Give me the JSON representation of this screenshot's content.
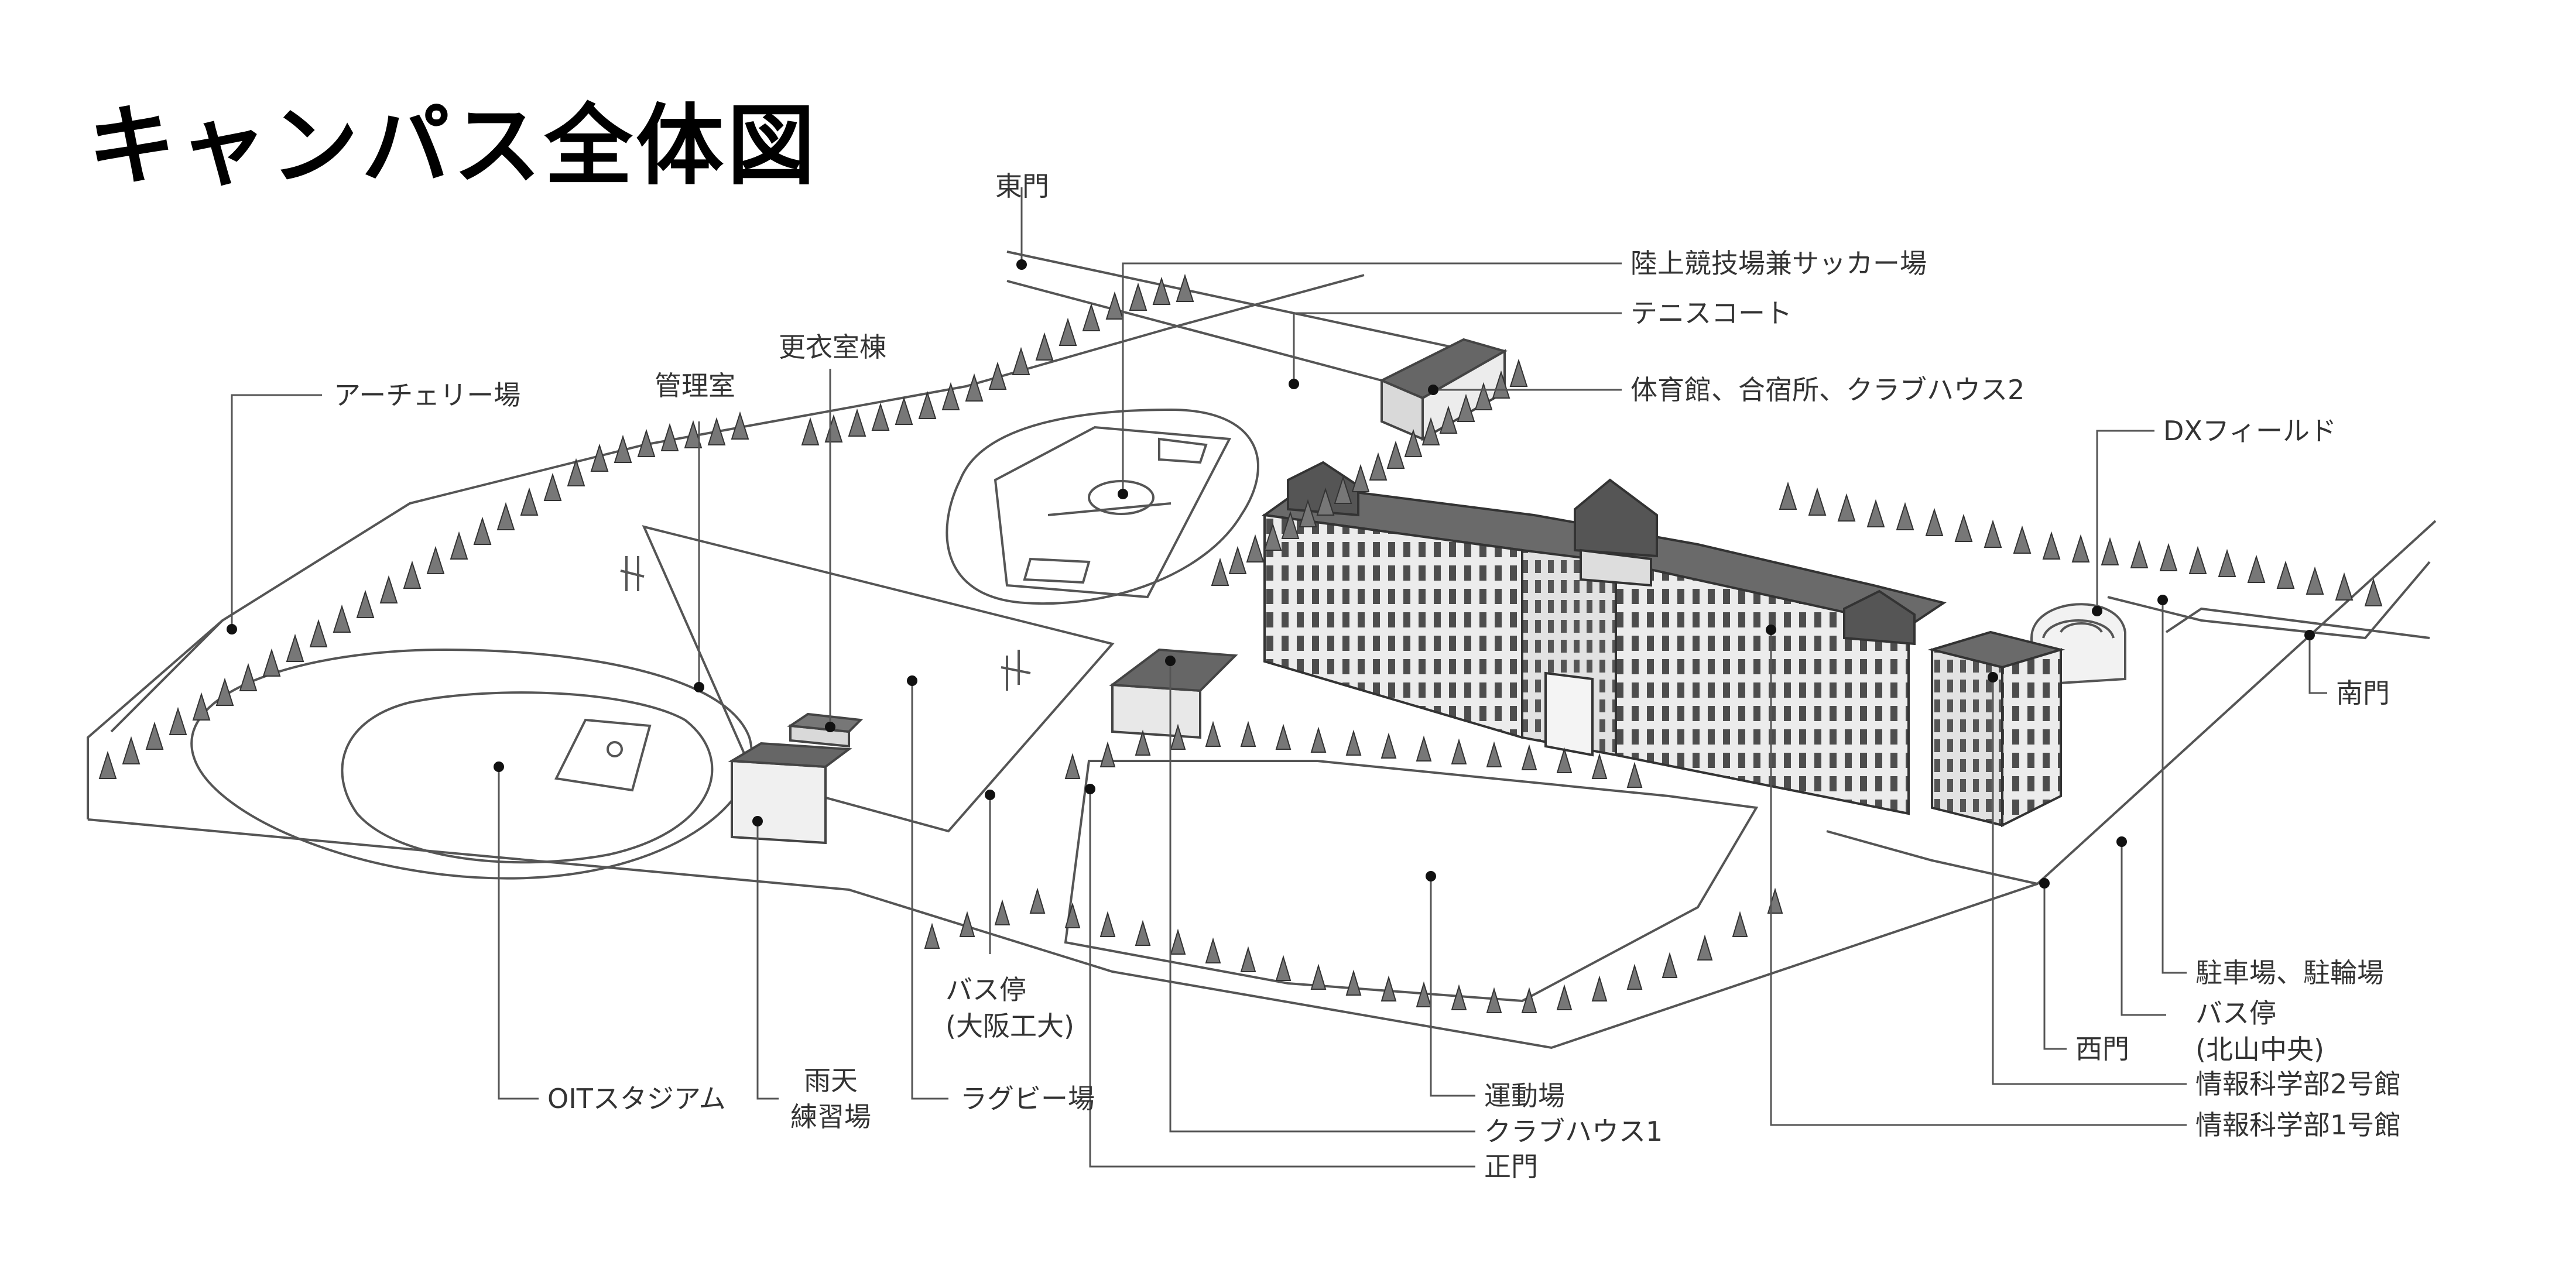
{
  "title": "キャンパス全体図",
  "colors": {
    "ink": "#333333",
    "line": "#555555",
    "tree": "#777777",
    "roof": "#666666",
    "building": "#e8e8e8"
  },
  "labels": {
    "east_gate": "東門",
    "track_field": "陸上競技場兼サッカー場",
    "tennis": "テニスコート",
    "gym": "体育館、合宿所、クラブハウス2",
    "dx_field": "DXフィールド",
    "south_gate": "南門",
    "archery": "アーチェリー場",
    "office": "管理室",
    "locker": "更衣室棟",
    "stadium": "OITスタジアム",
    "rain_line1": "雨天",
    "rain_line2": "練習場",
    "rugby": "ラグビー場",
    "bus_oit_line1": "バス停",
    "bus_oit_line2": "(大阪工大)",
    "ground": "運動場",
    "clubhouse1": "クラブハウス1",
    "main_gate": "正門",
    "parking": "駐車場、駐輪場",
    "bus_kita_line1": "バス停",
    "bus_kita_line2": "(北山中央)",
    "west_gate": "西門",
    "info2": "情報科学部2号館",
    "info1": "情報科学部1号館"
  }
}
